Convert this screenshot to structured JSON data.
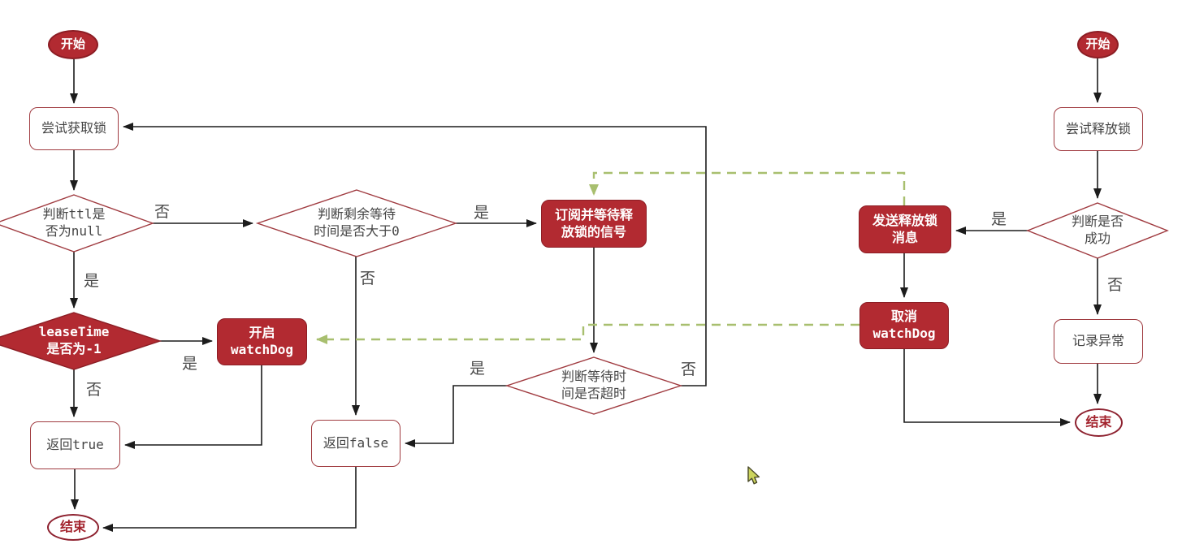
{
  "diagram": {
    "left_flow": {
      "start": "开始",
      "try_acquire": "尝试获取锁",
      "ttl_check": {
        "line1": "判断ttl是",
        "line2": "否为null"
      },
      "remaining_wait_check": {
        "line1": "判断剩余等待",
        "line2": "时间是否大于0"
      },
      "lease_time_check": {
        "line1": "leaseTime",
        "line2": "是否为-1"
      },
      "start_watchdog": {
        "line1": "开启",
        "line2": "watchDog"
      },
      "subscribe": {
        "line1": "订阅并等待释",
        "line2": "放锁的信号"
      },
      "wait_timeout_check": {
        "line1": "判断等待时",
        "line2": "间是否超时"
      },
      "return_true": "返回true",
      "return_false": "返回false",
      "end": "结束"
    },
    "right_flow": {
      "start": "开始",
      "try_release": "尝试释放锁",
      "success_check": {
        "line1": "判断是否",
        "line2": "成功"
      },
      "send_release_msg": {
        "line1": "发送释放锁",
        "line2": "消息"
      },
      "cancel_watchdog": {
        "line1": "取消",
        "line2": "watchDog"
      },
      "record_exception": "记录异常",
      "end": "结束"
    },
    "labels": {
      "yes": "是",
      "no": "否"
    },
    "colors": {
      "node_red_fill": "#b22a31",
      "node_red_border": "#8c1d24",
      "outline_red": "#a03b40",
      "terminal_end_red": "#8e2230",
      "edge_black": "#1c1c1c",
      "edge_green_dashed": "#a8bf6f",
      "text_dark": "#454545",
      "text_white": "#ffffff",
      "cursor_fill": "#ccd45c"
    }
  }
}
